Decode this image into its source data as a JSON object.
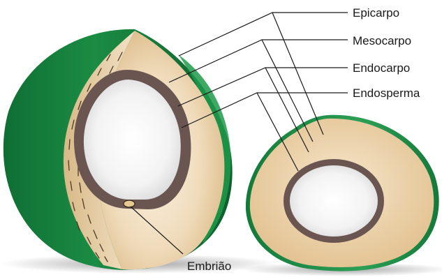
{
  "labels": {
    "epicarpo": "Epicarpo",
    "mesocarpo": "Mesocarpo",
    "endocarpo": "Endocarpo",
    "endosperma": "Endosperma",
    "embriao": "Embrião"
  },
  "colors": {
    "epicarp_green": "#137a3a",
    "epicarp_green_light": "#2fa45a",
    "mesocarp_tan": "#e6c79a",
    "mesocarp_light": "#f6e8d3",
    "endocarp_brown": "#6b5551",
    "endosperm_white": "#f4f4f4",
    "leader_lines": "#1a1a1a"
  }
}
